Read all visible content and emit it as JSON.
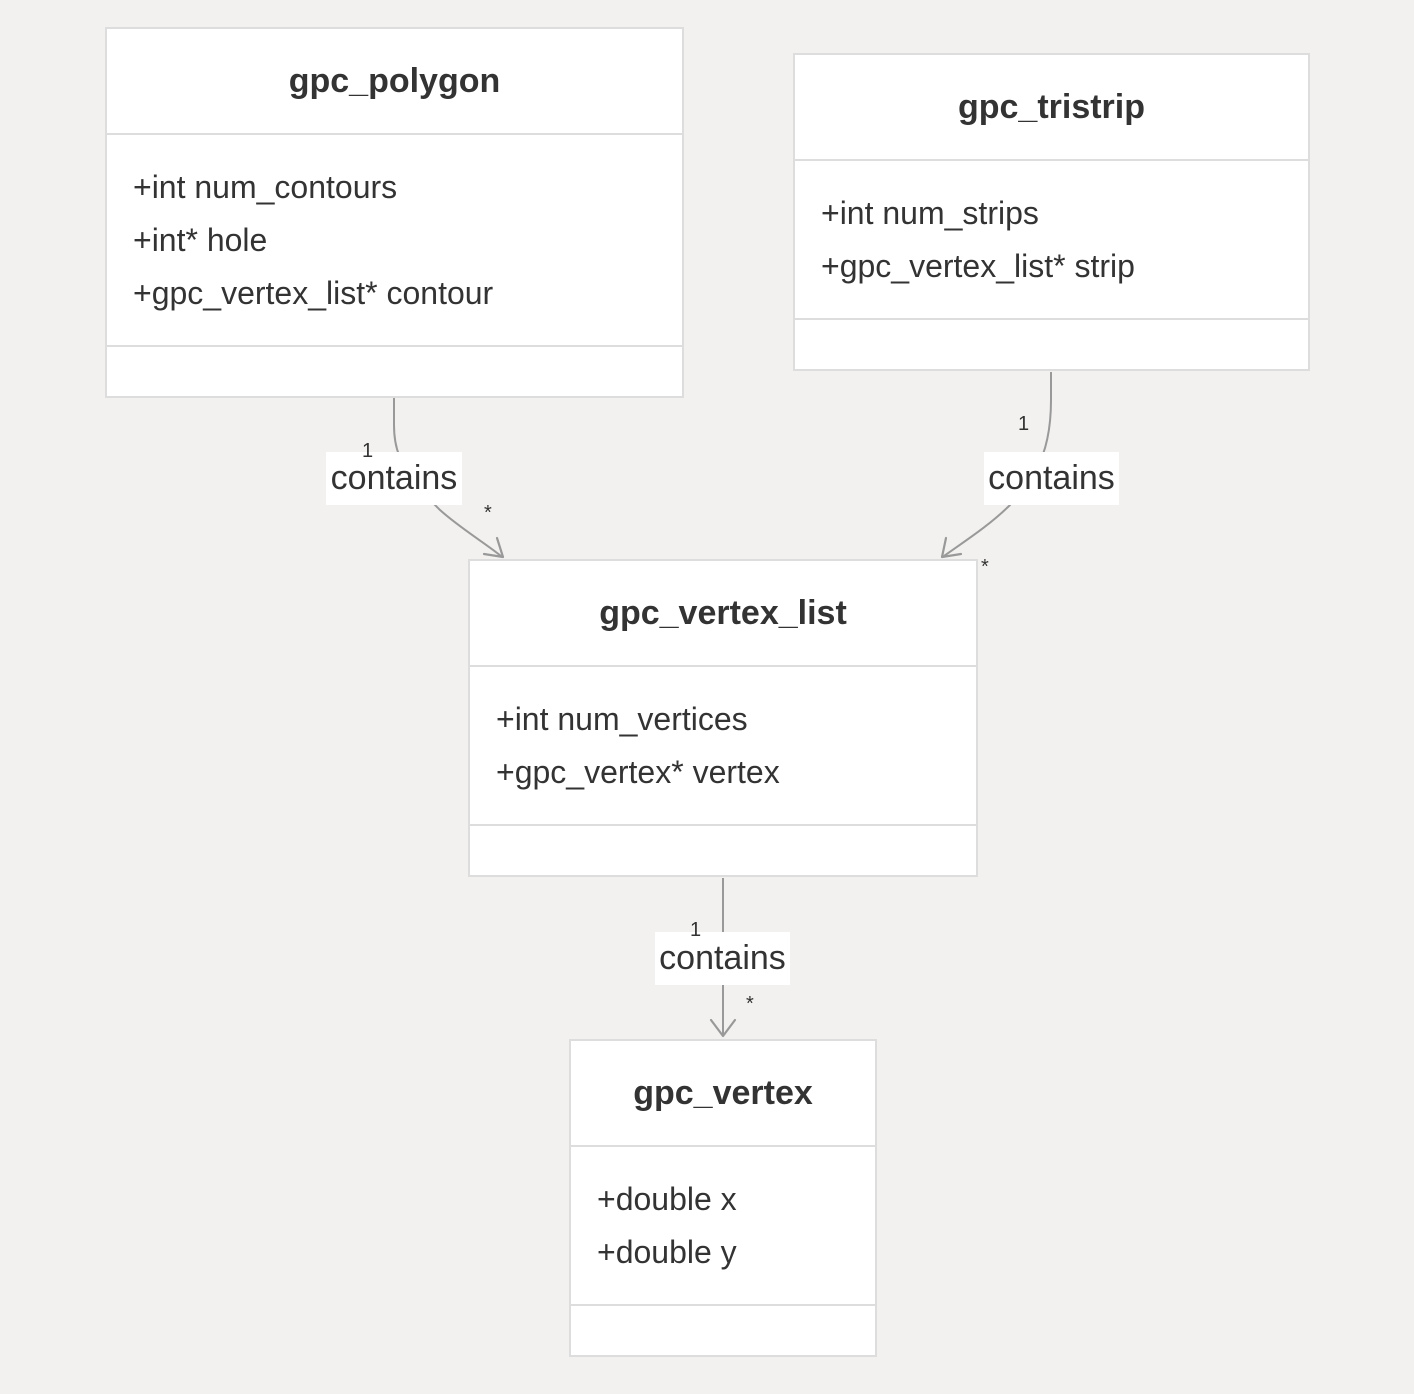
{
  "classes": {
    "polygon": {
      "name": "gpc_polygon",
      "attributes": [
        "+int num_contours",
        "+int* hole",
        "+gpc_vertex_list* contour"
      ]
    },
    "tristrip": {
      "name": "gpc_tristrip",
      "attributes": [
        "+int num_strips",
        "+gpc_vertex_list* strip"
      ]
    },
    "vertex_list": {
      "name": "gpc_vertex_list",
      "attributes": [
        "+int num_vertices",
        "+gpc_vertex* vertex"
      ]
    },
    "vertex": {
      "name": "gpc_vertex",
      "attributes": [
        "+double x",
        "+double y"
      ]
    }
  },
  "relations": {
    "polygon_vertex_list": {
      "label": "contains",
      "source_mult": "1",
      "target_mult": "*"
    },
    "tristrip_vertex_list": {
      "label": "contains",
      "source_mult": "1",
      "target_mult": "*"
    },
    "vertex_list_vertex": {
      "label": "contains",
      "source_mult": "1",
      "target_mult": "*"
    }
  },
  "colors": {
    "background": "#f2f1ef",
    "box_fill": "#ffffff",
    "box_border": "#dddddd",
    "edge": "#999999",
    "text": "#333333"
  }
}
